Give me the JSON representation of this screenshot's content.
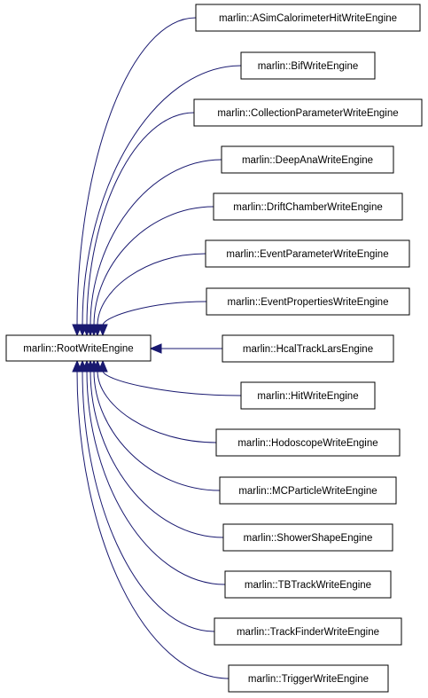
{
  "diagram": {
    "base": {
      "label": "marlin::RootWriteEngine"
    },
    "derived": [
      {
        "label": "marlin::ASimCalorimeterHitWriteEngine"
      },
      {
        "label": "marlin::BifWriteEngine"
      },
      {
        "label": "marlin::CollectionParameterWriteEngine"
      },
      {
        "label": "marlin::DeepAnaWriteEngine"
      },
      {
        "label": "marlin::DriftChamberWriteEngine"
      },
      {
        "label": "marlin::EventParameterWriteEngine"
      },
      {
        "label": "marlin::EventPropertiesWriteEngine"
      },
      {
        "label": "marlin::HcalTrackLarsEngine"
      },
      {
        "label": "marlin::HitWriteEngine"
      },
      {
        "label": "marlin::HodoscopeWriteEngine"
      },
      {
        "label": "marlin::MCParticleWriteEngine"
      },
      {
        "label": "marlin::ShowerShapeEngine"
      },
      {
        "label": "marlin::TBTrackWriteEngine"
      },
      {
        "label": "marlin::TrackFinderWriteEngine"
      },
      {
        "label": "marlin::TriggerWriteEngine"
      }
    ],
    "colors": {
      "edge": "#191970",
      "node_border": "#000000",
      "node_fill": "#ffffff"
    }
  }
}
